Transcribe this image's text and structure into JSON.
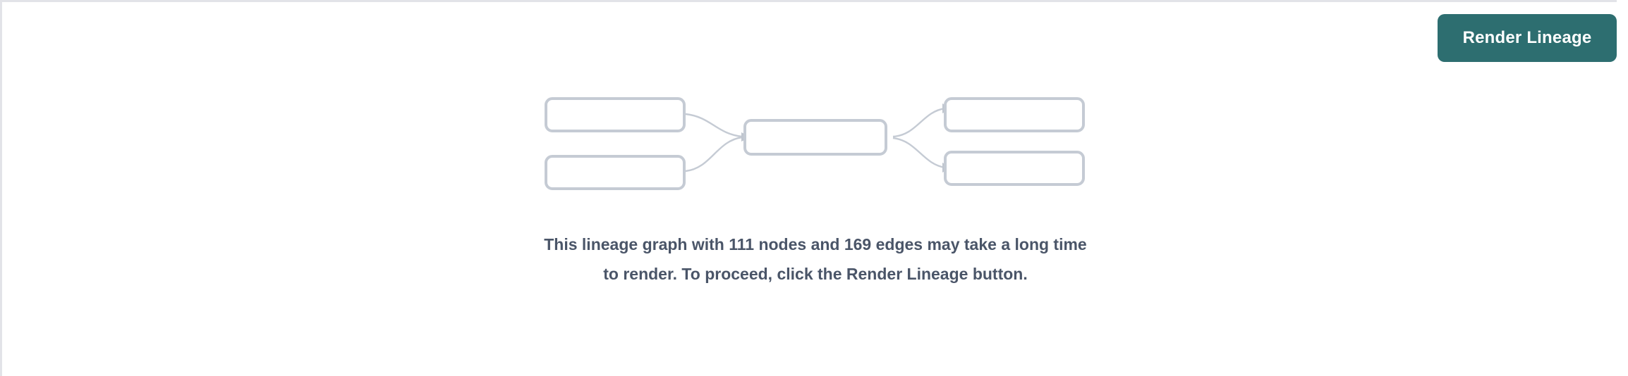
{
  "panel": {
    "background_color": "#ffffff",
    "rule_color": "#e2e3e8"
  },
  "toolbar": {
    "render_button_label": "Render Lineage",
    "render_button_color": "#2d6e70",
    "render_button_text_color": "#ffffff"
  },
  "placeholder_graph": {
    "node_border_color": "#c5cbd4",
    "node_fill_color": "#ffffff",
    "edge_color": "#c5cbd4",
    "node_count_shown": 5,
    "edge_count_shown": 4,
    "nodes": [
      {
        "id": "left-top",
        "label": ""
      },
      {
        "id": "left-bottom",
        "label": ""
      },
      {
        "id": "center",
        "label": ""
      },
      {
        "id": "right-top",
        "label": ""
      },
      {
        "id": "right-bottom",
        "label": ""
      }
    ]
  },
  "message": {
    "text": "This lineage graph with 111 nodes and 169 edges may take a long time to render. To proceed, click the Render Lineage button.",
    "node_count": "111",
    "edge_count": "169",
    "text_color": "#4a5568"
  }
}
